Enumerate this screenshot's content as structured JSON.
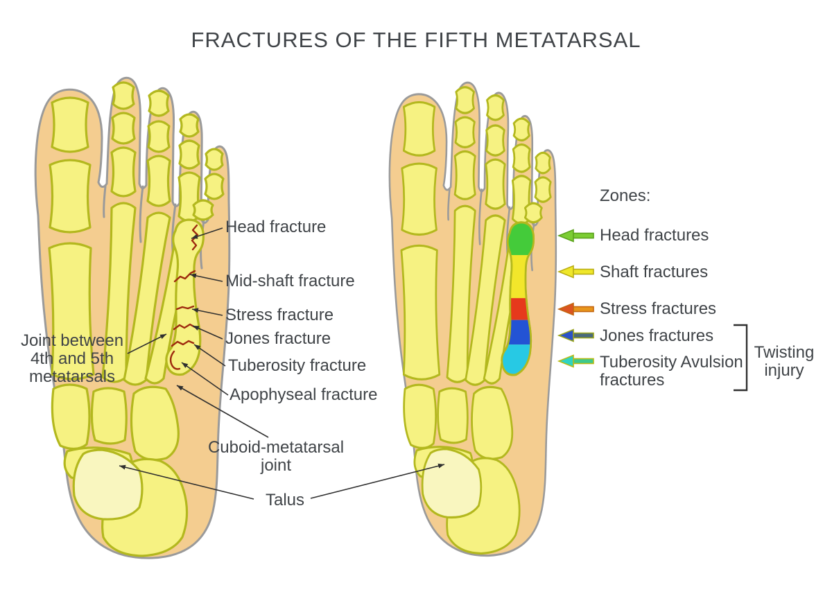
{
  "title": "FRACTURES OF THE FIFTH METATARSAL",
  "colors": {
    "background": "#ffffff",
    "text": "#3f4347",
    "leader": "#2f2f2f",
    "skin": "#f4cd90",
    "skin_outline": "#9a9a9a",
    "bone": "#f6f282",
    "bone_outline": "#b3b81e",
    "talus": "#f9f6bf",
    "fracture": "#9e2a0e"
  },
  "left_foot_labels": {
    "head": "Head fracture",
    "midshaft": "Mid-shaft fracture",
    "stress": "Stress fracture",
    "jones": "Jones fracture",
    "tuberosity": "Tuberosity fracture",
    "apophyseal": "Apophyseal fracture",
    "joint_between": [
      "Joint between",
      "4th and 5th",
      "metatarsals"
    ],
    "cuboid": [
      "Cuboid-metatarsal",
      "joint"
    ],
    "talus": "Talus"
  },
  "legend": {
    "title": "Zones:",
    "items": [
      {
        "label": "Head fractures",
        "zone_color": "#44cb3a",
        "arrow_head": "#7ccd33",
        "arrow_shaft": "#7ccd33",
        "arrow_outline": "#5ba21c"
      },
      {
        "label": "Shaft fractures",
        "zone_color": "#f2e62b",
        "arrow_head": "#efe72a",
        "arrow_shaft": "#efe72a",
        "arrow_outline": "#b9ad12"
      },
      {
        "label": "Stress fractures",
        "zone_color": "#e6391c",
        "arrow_head": "#db5422",
        "arrow_shaft": "#e8961c",
        "arrow_outline": "#c4650e"
      },
      {
        "label": "Jones fractures",
        "zone_color": "#2353d4",
        "arrow_head": "#2b52c8",
        "arrow_shaft": "#49697c",
        "arrow_outline": "#9aa41c"
      },
      {
        "label": "Tuberosity Avulsion",
        "label2": "fractures",
        "zone_color": "#27c9e4",
        "arrow_head": "#2fd3c3",
        "arrow_shaft": "#3fc98c",
        "arrow_outline": "#b8bb14"
      }
    ],
    "twisting": [
      "Twisting",
      "injury"
    ]
  }
}
